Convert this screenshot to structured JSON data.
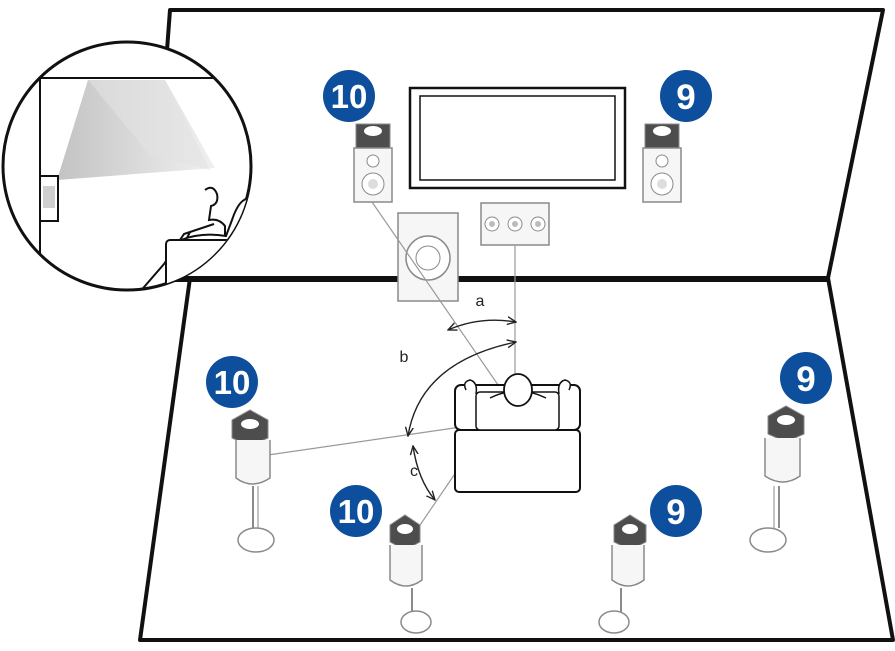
{
  "colors": {
    "badge": "#0d4f9c",
    "speaker_body": "#f6f6f6",
    "speaker_outline": "#8a8a8a",
    "speaker_top": "#4d4d4d",
    "wall_line": "#111111",
    "reference_line": "#9a9a9a",
    "projection_light": "#c8c8c8"
  },
  "badges": {
    "front_left": "10",
    "front_right": "9",
    "side_left": "10",
    "side_right": "9",
    "rear_left": "10",
    "rear_right": "9"
  },
  "angles": {
    "a": "a",
    "b": "b",
    "c": "c"
  },
  "icons": {
    "inset": "reflection-inset-icon",
    "tv": "tv-icon",
    "center": "center-speaker-icon",
    "subwoofer": "subwoofer-icon",
    "sofa": "listener-sofa-icon"
  }
}
